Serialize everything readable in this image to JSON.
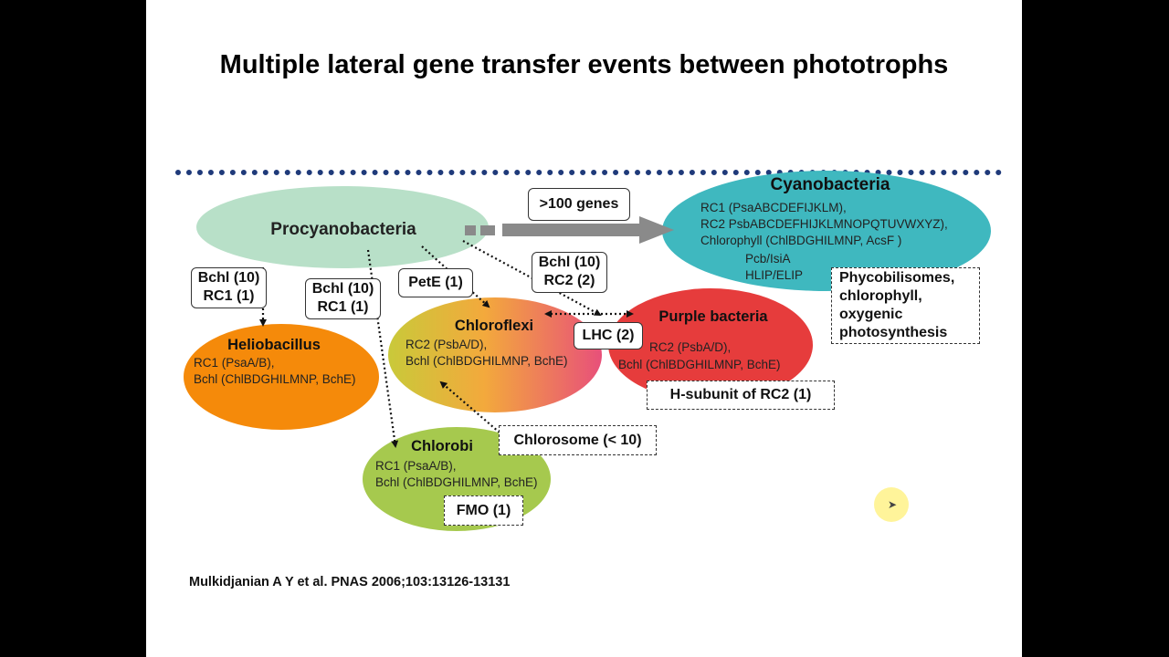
{
  "title": "Multiple lateral gene transfer events between phototrophs",
  "citation": "Mulkidjanian A Y et al. PNAS 2006;103:13126-13131",
  "colors": {
    "procyanobacteria": "#b8e0c8",
    "cyanobacteria": "#3fb8bf",
    "heliobacillus": "#f58a0a",
    "chlorobi": "#a6c94e",
    "purple_bacteria": "#e63c3c",
    "divider": "#1f3a7a"
  },
  "groups": {
    "procyanobacteria": {
      "name": "Procyanobacteria"
    },
    "cyanobacteria": {
      "name": "Cyanobacteria",
      "lines": [
        "RC1 (PsaABCDEFIJKLM),",
        "RC2 PsbABCDEFHIJKLMNOPQTUVWXYZ),",
        "Chlorophyll (ChlBDGHILMNP, AcsF )",
        "Pcb/IsiA",
        "HLIP/ELIP"
      ]
    },
    "heliobacillus": {
      "name": "Heliobacillus",
      "lines": [
        "RC1 (PsaA/B),",
        "Bchl (ChlBDGHILMNP, BchE)"
      ]
    },
    "chloroflexi": {
      "name": "Chloroflexi",
      "lines": [
        "RC2 (PsbA/D),",
        "Bchl (ChlBDGHILMNP, BchE)"
      ]
    },
    "purple_bacteria": {
      "name": "Purple bacteria",
      "lines": [
        "RC2 (PsbA/D),",
        "Bchl (ChlBDGHILMNP, BchE)"
      ]
    },
    "chlorobi": {
      "name": "Chlorobi",
      "lines": [
        "RC1 (PsaA/B),",
        "Bchl (ChlBDGHILMNP, BchE)"
      ]
    }
  },
  "labels": {
    "genes_100": ">100 genes",
    "bchl_rc1_left": [
      "Bchl (10)",
      "RC1 (1)"
    ],
    "bchl_rc1_mid": [
      "Bchl (10)",
      "RC1 (1)"
    ],
    "pete": "PetE (1)",
    "bchl_rc2": [
      "Bchl (10)",
      "RC2 (2)"
    ],
    "lhc": "LHC (2)",
    "phycobilisomes": [
      "Phycobilisomes,",
      "chlorophyll,",
      "oxygenic",
      "photosynthesis"
    ],
    "h_subunit": "H-subunit of RC2 (1)",
    "chlorosome": "Chlorosome (< 10)",
    "fmo": "FMO (1)"
  }
}
